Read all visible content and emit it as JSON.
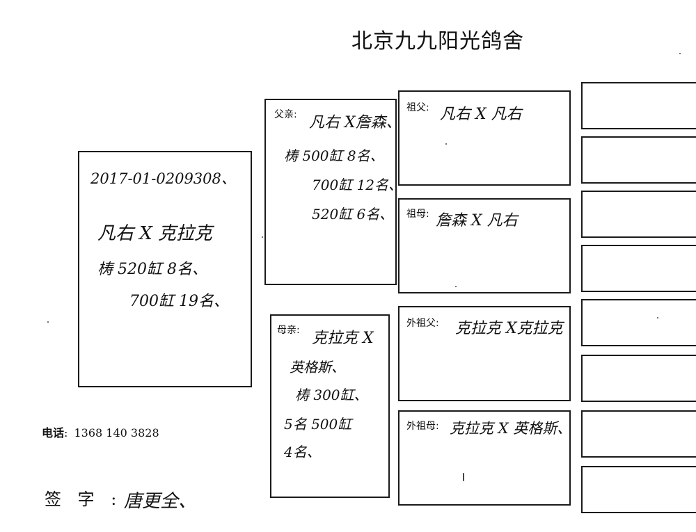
{
  "header": {
    "title": "北京九九阳光鸽舍"
  },
  "pigeon": {
    "ring": "2017-01-0209308、",
    "pairing": "凡右 X 克拉克",
    "record1": "梼 520缸 8名、",
    "record2": "700缸 19名、"
  },
  "father": {
    "label": "父亲:",
    "line1": "凡右 X詹森、",
    "line2": "梼 500缸 8名、",
    "line3": "700缸 12名、",
    "line4": "520缸 6名、"
  },
  "mother": {
    "label": "母亲:",
    "line1": "克拉克 X",
    "line2": "英格斯、",
    "line3": "梼 300缸、",
    "line4": "5名 500缸",
    "line5": "4名、"
  },
  "grandparents": {
    "paternal_grandfather": {
      "label": "祖父:",
      "value": "凡右 X 凡右"
    },
    "paternal_grandmother": {
      "label": "祖母:",
      "value": "詹森 X 凡右"
    },
    "maternal_grandfather": {
      "label": "外祖父:",
      "value": "克拉克 X克拉克"
    },
    "maternal_grandmother": {
      "label": "外祖母:",
      "value": "克拉克 X 英格斯、"
    }
  },
  "contact": {
    "phone_label": "电话",
    "phone_colon": ":",
    "phone": "1368 140 3828"
  },
  "signature": {
    "label": "签 字",
    "colon": ":",
    "name": "唐更全、"
  }
}
